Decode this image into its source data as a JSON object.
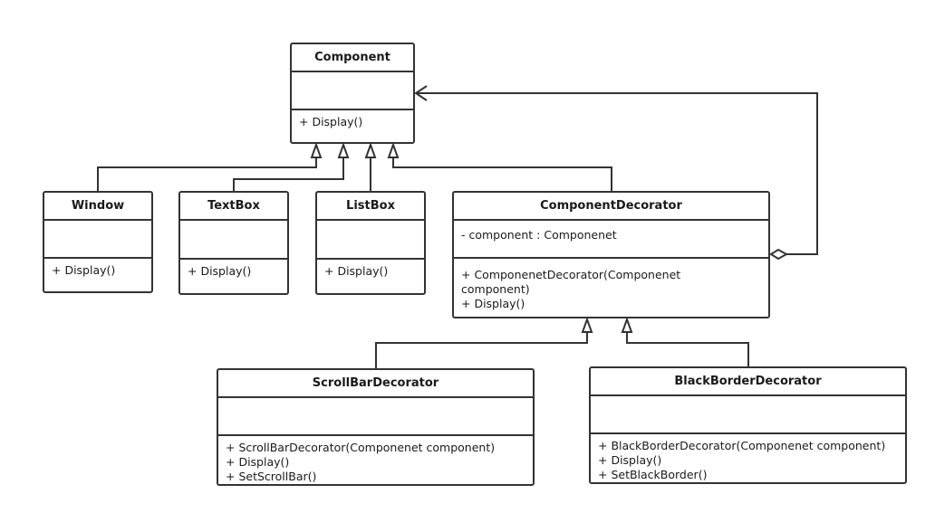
{
  "classes": {
    "component": {
      "name": "Component",
      "attributes": [],
      "operations": [
        "+ Display()"
      ]
    },
    "window": {
      "name": "Window",
      "attributes": [],
      "operations": [
        "+ Display()"
      ]
    },
    "textbox": {
      "name": "TextBox",
      "attributes": [],
      "operations": [
        "+ Display()"
      ]
    },
    "listbox": {
      "name": "ListBox",
      "attributes": [],
      "operations": [
        "+ Display()"
      ]
    },
    "decorator": {
      "name": "ComponentDecorator",
      "attributes": [
        "- component : Componenet"
      ],
      "operations": [
        "+ ComponenetDecorator(Componenet component)",
        "+ Display()"
      ]
    },
    "scrollbar": {
      "name": "ScrollBarDecorator",
      "attributes": [],
      "operations": [
        "+ ScrollBarDecorator(Componenet component)",
        "+ Display()",
        "+ SetScrollBar()"
      ]
    },
    "blackborder": {
      "name": "BlackBorderDecorator",
      "attributes": [],
      "operations": [
        "+ BlackBorderDecorator(Componenet component)",
        "+ Display()",
        "+ SetBlackBorder()"
      ]
    }
  },
  "relationships": [
    {
      "type": "generalization",
      "from": "Window",
      "to": "Component"
    },
    {
      "type": "generalization",
      "from": "TextBox",
      "to": "Component"
    },
    {
      "type": "generalization",
      "from": "ListBox",
      "to": "Component"
    },
    {
      "type": "generalization",
      "from": "ComponentDecorator",
      "to": "Component"
    },
    {
      "type": "aggregation",
      "from": "ComponentDecorator",
      "to": "Component"
    },
    {
      "type": "generalization",
      "from": "ScrollBarDecorator",
      "to": "ComponentDecorator"
    },
    {
      "type": "generalization",
      "from": "BlackBorderDecorator",
      "to": "ComponentDecorator"
    }
  ],
  "colors": {
    "stroke": "#333333",
    "background": "#ffffff"
  }
}
